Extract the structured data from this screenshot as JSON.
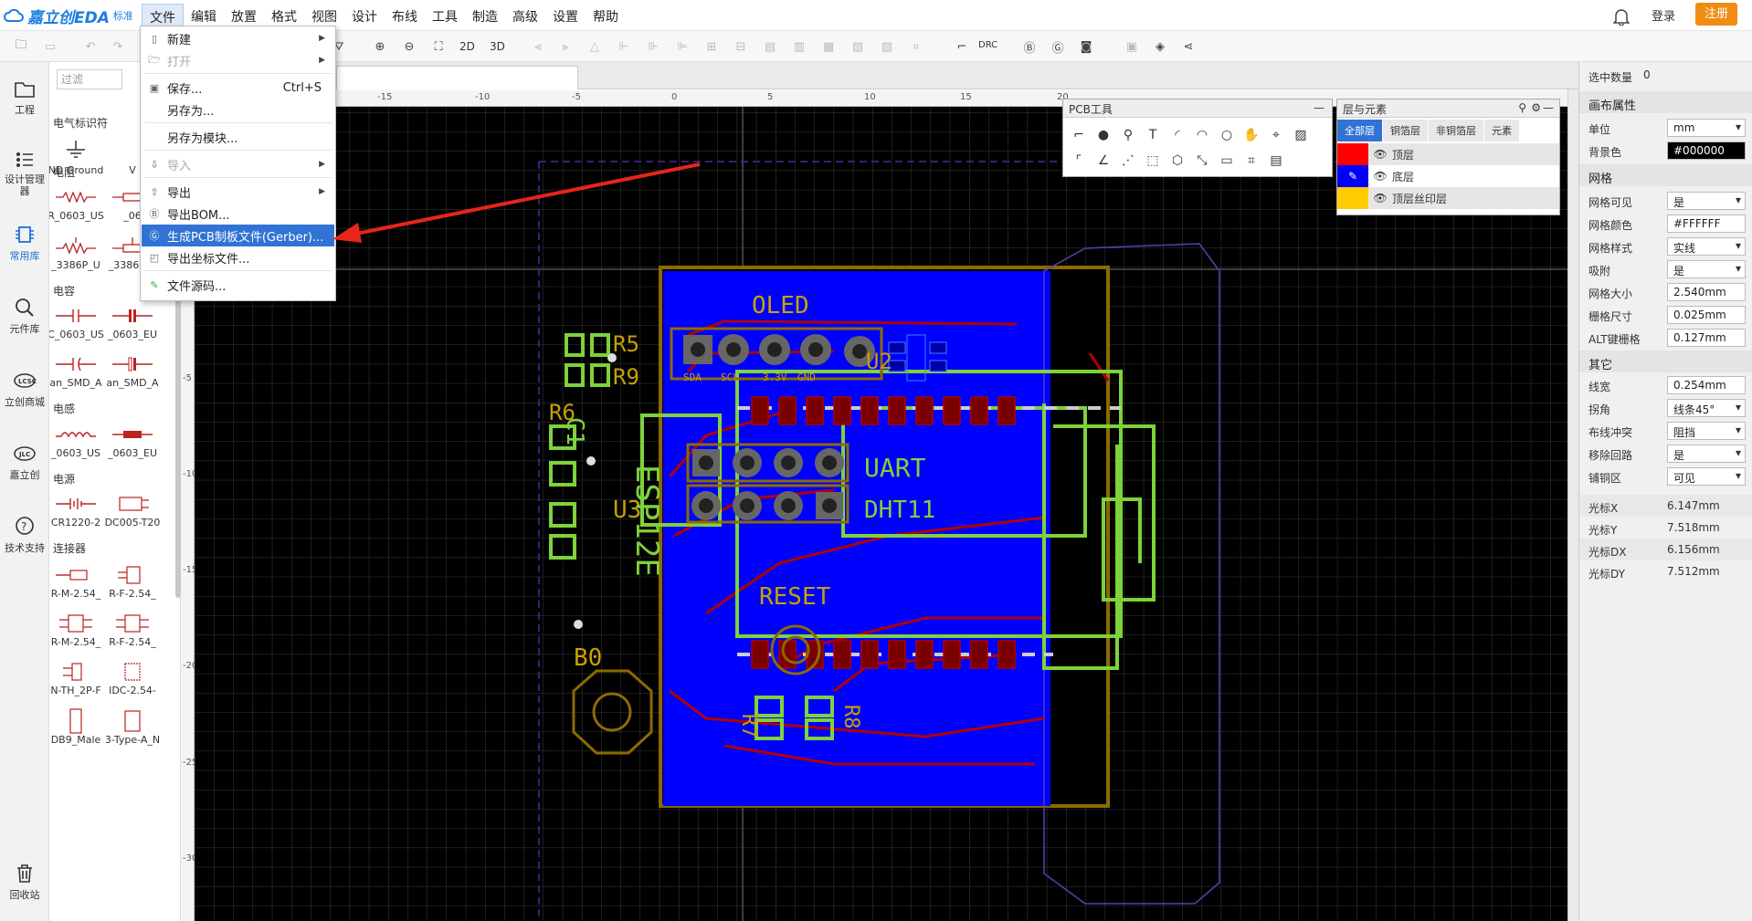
{
  "app": {
    "brand": "嘉立创EDA",
    "edition": "标准"
  },
  "menubar": {
    "items": [
      "文件",
      "编辑",
      "放置",
      "格式",
      "视图",
      "设计",
      "布线",
      "工具",
      "制造",
      "高级",
      "设置",
      "帮助"
    ],
    "login": "登录",
    "register": "注册"
  },
  "toolbar": {
    "btn_2d": "2D",
    "btn_3d": "3D",
    "btn_drc": "DRC"
  },
  "file_menu": {
    "items": [
      {
        "label": "新建",
        "submenu": true
      },
      {
        "label": "打开",
        "disabled": true,
        "submenu": true
      },
      {
        "label": "保存...",
        "shortcut": "Ctrl+S"
      },
      {
        "label": "另存为..."
      },
      {
        "label": "另存为模块..."
      },
      {
        "label": "导入",
        "disabled": true,
        "submenu": true
      },
      {
        "label": "导出",
        "submenu": true
      },
      {
        "label": "导出BOM..."
      },
      {
        "label": "生成PCB制板文件(Gerber)...",
        "highlighted": true
      },
      {
        "label": "导出坐标文件..."
      },
      {
        "label": "文件源码..."
      }
    ]
  },
  "leftnav": {
    "items": [
      "工程",
      "设计管理器",
      "常用库",
      "元件库",
      "立创商城",
      "嘉立创",
      "技术支持",
      "回收站"
    ]
  },
  "library": {
    "filter_placeholder": "过滤",
    "sections": {
      "electrical": "电气标识符",
      "resistor": "电阻",
      "capacitor": "电容",
      "inductor": "电感",
      "power": "电源",
      "connector": "连接器"
    },
    "items": {
      "gnd": "ND Ground",
      "vcc": "V",
      "r1": "R_0603_US",
      "r2": "_06",
      "pot1": "_3386P_U",
      "pot2": "_3386P_E",
      "c1": "C_0603_US",
      "c2": "_0603_EU",
      "c3": "an_SMD_A",
      "c4": "an_SMD_A",
      "l1": "_0603_US",
      "l2": "_0603_EU",
      "b1": "CR1220-2",
      "b2": "DC005-T20",
      "h1": "R-M-2.54_",
      "h2": "R-F-2.54_",
      "h3": "R-M-2.54_",
      "h4": "R-F-2.54_",
      "h5": "N-TH_2P-F",
      "h6": "IDC-2.54-",
      "h7": "DB9_Male",
      "h8": "3-Type-A_N"
    }
  },
  "rulers": {
    "h_ticks": [
      "-15",
      "-10",
      "-5",
      "0",
      "5",
      "10",
      "15",
      "20"
    ],
    "v_ticks": [
      "-5",
      "-10",
      "-15",
      "-20",
      "-25",
      "-30"
    ]
  },
  "pcb": {
    "labels": {
      "oled": "OLED",
      "uart": "UART",
      "dht": "DHT11",
      "reset": "RESET",
      "u2": "U2",
      "u3": "U3",
      "esp": "ESP12E",
      "sda": "SDA",
      "scl": "SCL",
      "v33": "3.3V",
      "gnd": "GND",
      "r5": "R5",
      "r9": "R9",
      "r6": "R6",
      "c1": "C1",
      "b0": "B0",
      "r7": "R7",
      "r8": "R8"
    },
    "colors": {
      "board": "#0000ff",
      "outline": "#8b6a00",
      "silk": "#ffcc00",
      "keepout": "#7ed23a",
      "pad": "#8b0000",
      "bg": "#000000"
    }
  },
  "pcb_tools": {
    "title": "PCB工具"
  },
  "layers_panel": {
    "title": "层与元素",
    "tabs": [
      "全部层",
      "铜箔层",
      "非铜箔层",
      "元素"
    ],
    "rows": [
      {
        "name": "顶层",
        "color": "#ff0000"
      },
      {
        "name": "底层",
        "color": "#0000ff"
      },
      {
        "name": "顶层丝印层",
        "color": "#ffcc00"
      }
    ]
  },
  "right_panel": {
    "selected_count_label": "选中数量",
    "selected_count": "0",
    "canvas_section": "画布属性",
    "unit_label": "单位",
    "unit": "mm",
    "bg_label": "背景色",
    "bg": "#000000",
    "grid_section": "网格",
    "grid_visible_label": "网格可见",
    "grid_visible": "是",
    "grid_color_label": "网格颜色",
    "grid_color": "#FFFFFF",
    "grid_style_label": "网格样式",
    "grid_style": "实线",
    "snap_label": "吸附",
    "snap": "是",
    "grid_size_label": "网格大小",
    "grid_size": "2.540mm",
    "grid_step_label": "栅格尺寸",
    "grid_step": "0.025mm",
    "alt_step_label": "ALT键栅格",
    "alt_step": "0.127mm",
    "other_section": "其它",
    "line_width_label": "线宽",
    "line_width": "0.254mm",
    "corner_label": "拐角",
    "corner": "线条45°",
    "conflict_label": "布线冲突",
    "conflict": "阻挡",
    "remove_loop_label": "移除回路",
    "remove_loop": "是",
    "pour_label": "铺铜区",
    "pour": "可见",
    "cursor_x_label": "光标X",
    "cursor_x": "6.147mm",
    "cursor_y_label": "光标Y",
    "cursor_y": "7.518mm",
    "cursor_dx_label": "光标DX",
    "cursor_dx": "6.156mm",
    "cursor_dy_label": "光标DY",
    "cursor_dy": "7.512mm"
  }
}
